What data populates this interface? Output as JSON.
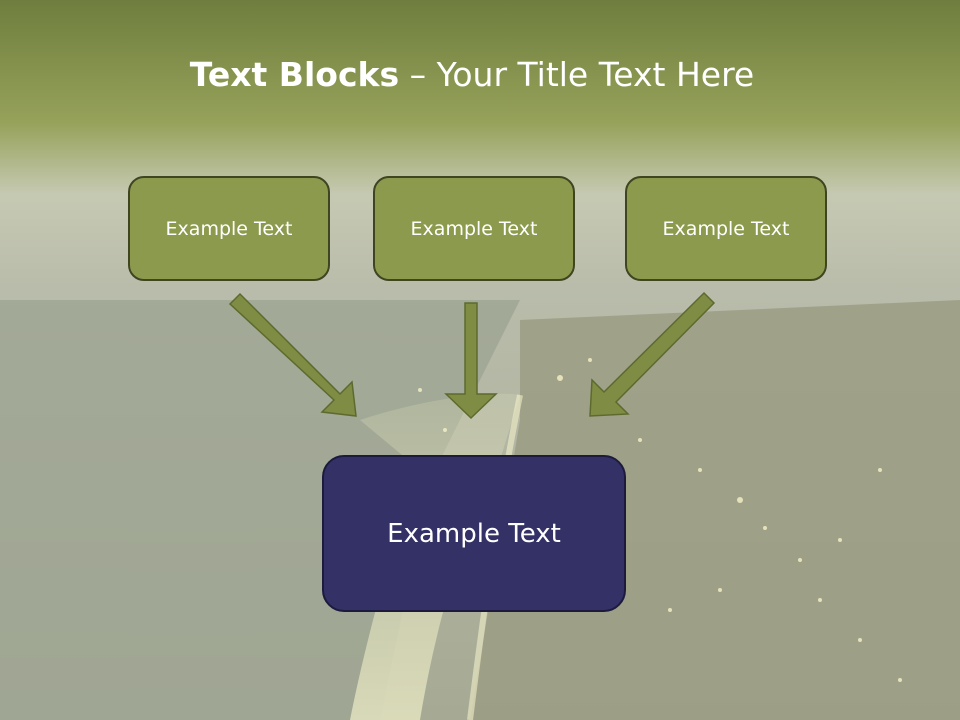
{
  "slide": {
    "title_bold": "Text Blocks",
    "title_separator": " – ",
    "title_rest": "Your Title Text Here"
  },
  "top_boxes": [
    {
      "label": "Example Text"
    },
    {
      "label": "Example Text"
    },
    {
      "label": "Example Text"
    }
  ],
  "bottom_box": {
    "label": "Example Text"
  },
  "colors": {
    "header_band": "#8e9a52",
    "box_fill": "#8c9a4e",
    "box_border": "#3f4521",
    "arrow_fill": "#7f8c44",
    "bottom_box_fill": "#333166"
  }
}
